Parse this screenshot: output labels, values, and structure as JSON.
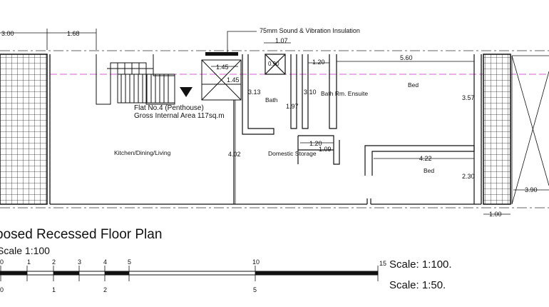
{
  "drawing": {
    "title": "posed Recessed Floor Plan",
    "scale_caption": "Scale 1:100",
    "insulation_note": "75mm Sound & Vibration Insulation",
    "flat_name": "Flat No.4 (Penthouse)",
    "flat_area": "Gross Internal Area 117sq.m"
  },
  "rooms": {
    "kitchen": "Kitchen/Dining/Living",
    "bath": "Bath",
    "ensuite": "Bath Rm. Ensuite",
    "bed1": "Bed",
    "storage": "Domestic Storage",
    "bed2": "Bed"
  },
  "dimensions": {
    "d300": "3.00",
    "d168": "1.68",
    "d107": "1.07",
    "d145a": "1.45",
    "d145b": "1.45",
    "d090": "0.90",
    "d120a": "1.20",
    "d560": "5.60",
    "d313": "3.13",
    "d310": "3.10",
    "d197": "1.97",
    "d357": "3.57",
    "d402": "4.02",
    "d120b": "1.20",
    "d109": "1.09",
    "d422": "4.22",
    "d230": "2.30",
    "d390": "3.90",
    "d100": "1.00"
  },
  "scale_bar": {
    "top_ticks": [
      "0",
      "1",
      "2",
      "3",
      "4",
      "5",
      "10",
      "15"
    ],
    "bottom_ticks": [
      "0",
      "1",
      "2",
      "5"
    ],
    "label_100": "Scale:  1:100.",
    "label_50": "Scale:  1:50."
  }
}
